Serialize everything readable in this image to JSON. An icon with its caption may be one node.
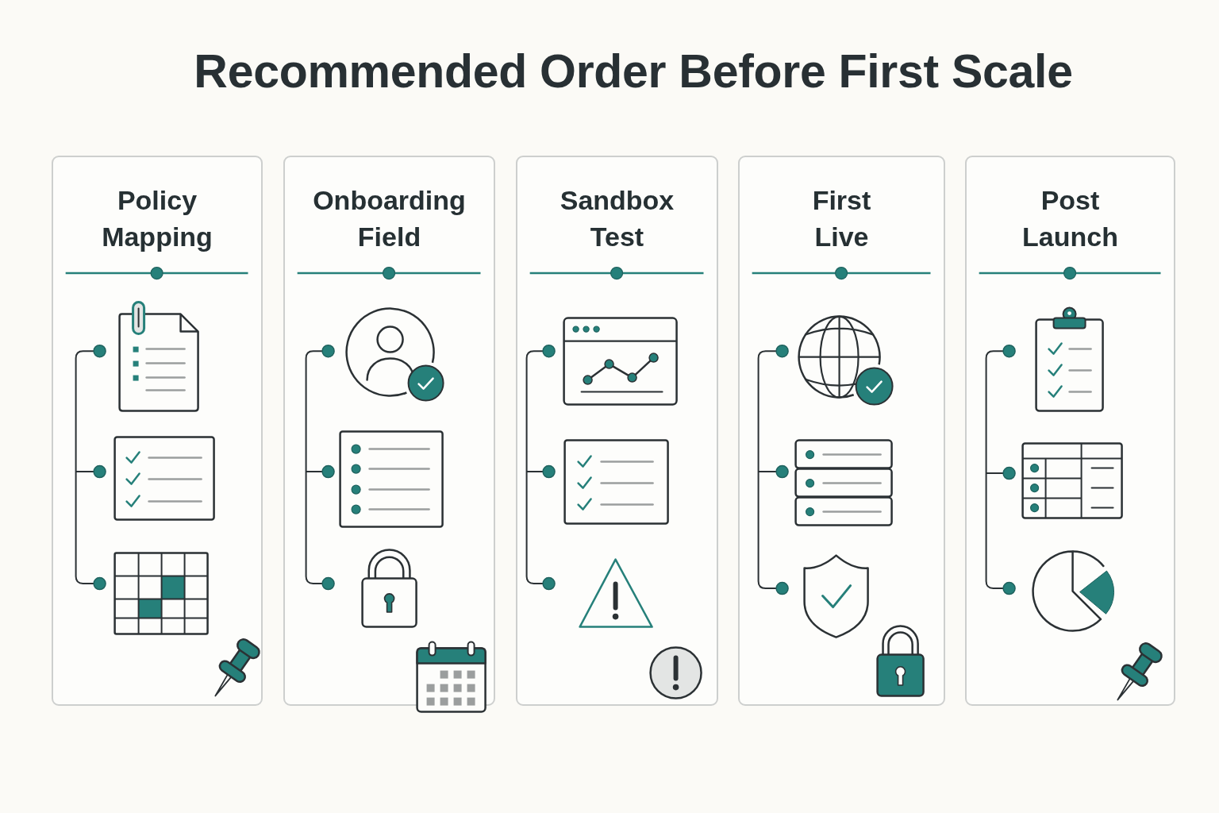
{
  "diagram": {
    "title": "Recommended Order Before First Scale",
    "nodes": [
      {
        "text": [
          "Policy Mapping"
        ]
      },
      {
        "text": [
          "Onboarding Field"
        ]
      },
      {
        "text": [
          "Sandbox Test"
        ]
      },
      {
        "text": [
          "First Live"
        ]
      },
      {
        "text": [
          "Post Launch"
        ]
      }
    ]
  }
}
